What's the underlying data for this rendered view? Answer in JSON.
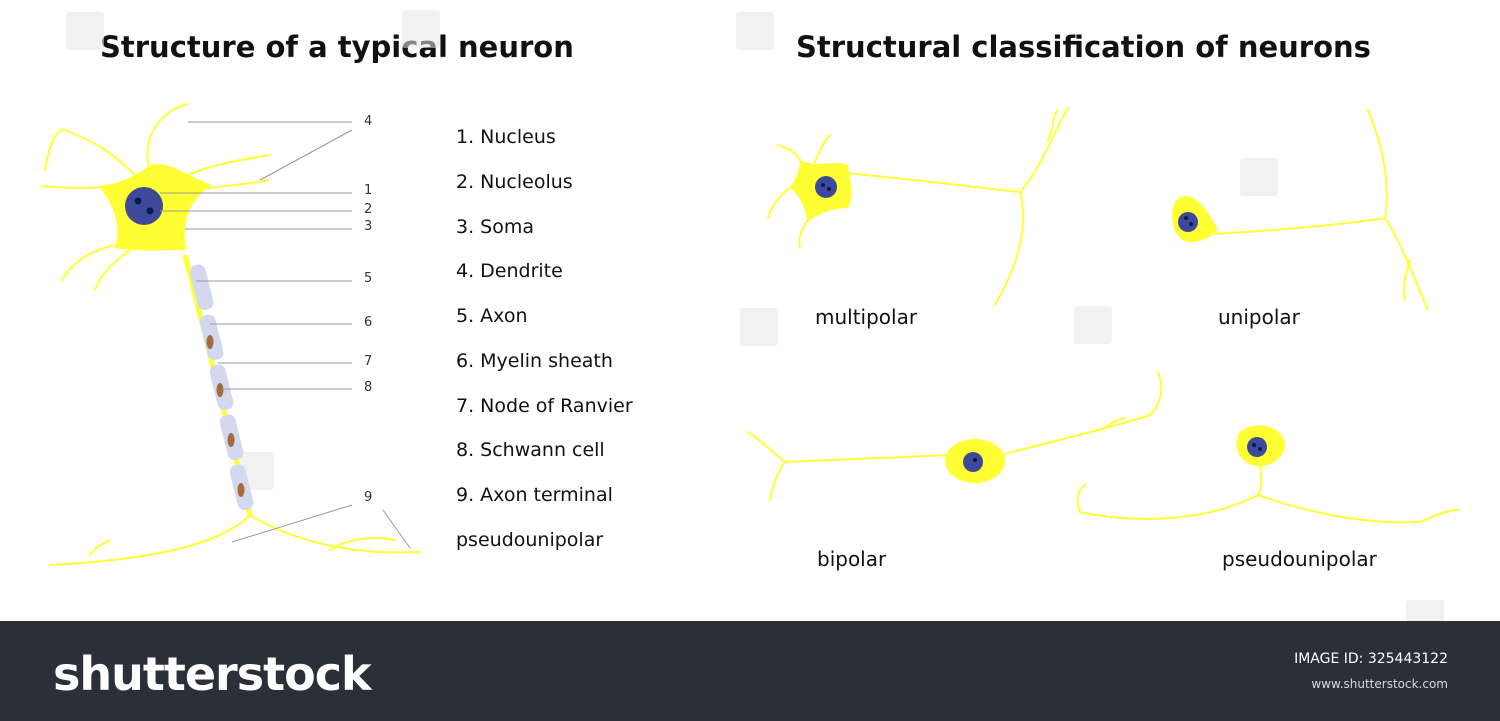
{
  "titles": {
    "left": "Structure of a typical neuron",
    "right": "Structural classification of neurons"
  },
  "legend": [
    "1. Nucleus",
    "2. Nucleolus",
    "3. Soma",
    "4. Dendrite",
    "5. Axon",
    "6. Myelin sheath",
    "7. Node of Ranvier",
    "8. Schwann cell",
    "9. Axon terminal",
    "pseudounipolar"
  ],
  "callout_numbers": [
    "4",
    "1",
    "2",
    "3",
    "5",
    "6",
    "7",
    "8",
    "9"
  ],
  "neuron_types": [
    "multipolar",
    "unipolar",
    "bipolar",
    "pseudounipolar"
  ],
  "footer": {
    "logo": "shutterstock",
    "image_id_label": "IMAGE ID:",
    "image_id": "325443122",
    "site": "www.shutterstock.com"
  },
  "colors": {
    "cell": "#ffff33",
    "nucleus": "#3d4a9a",
    "nucleolus": "#0f1650",
    "myelin": "#d3d8ee",
    "schwann_nucleus": "#a66b3c",
    "footer": "#2a2f38"
  }
}
